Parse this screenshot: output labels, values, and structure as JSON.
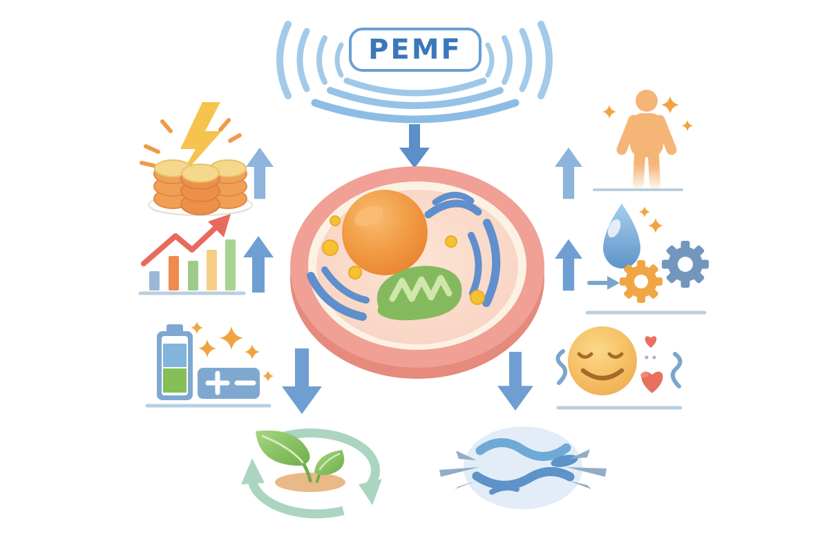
{
  "title": {
    "label": "PEMF"
  },
  "diagram": {
    "source": {
      "icon": "pemf-signal-box",
      "decoration": "radiating-wave-arcs"
    },
    "center": {
      "icon": "cell",
      "organelles": [
        "nucleus",
        "mitochondrion",
        "endoplasmic-reticulum",
        "vesicles",
        "membrane"
      ]
    },
    "left_effects": [
      {
        "icon": "energy-stacks-lightning-icon",
        "arrow": "up"
      },
      {
        "icon": "growth-bar-chart-icon",
        "arrow": "up"
      },
      {
        "icon": "battery-polarity-icon",
        "arrow": "down"
      }
    ],
    "right_effects": [
      {
        "icon": "vitality-person-icon",
        "arrow": "up"
      },
      {
        "icon": "water-drop-gears-icon",
        "arrow": "up"
      },
      {
        "icon": "calm-face-hearts-icon",
        "arrow": "down"
      }
    ],
    "bottom_effects": [
      {
        "icon": "seedling-renewal-cycle-icon"
      },
      {
        "icon": "water-flow-oval-icon"
      }
    ]
  },
  "colors": {
    "wave_blue": "#a3cae8",
    "arrow_blue": "#6f9ed2",
    "arrow_light_blue": "#8cb4dc",
    "top_arrow_blue": "#5b8fc9",
    "pemf_text": "#3a78ba",
    "pemf_border": "#66a0d4",
    "membrane_pink": "#f0a095",
    "membrane_shadow": "#e58a7d",
    "cytoplasm_peach": "#f8d2c2",
    "nucleus_orange": "#ee9340",
    "mitochondria_green": "#85b95e",
    "vesicle_yellow": "#f5c232",
    "er_blue": "#5f8fcc",
    "sparkle_orange": "#f0a440",
    "coin_orange": "#f0a055",
    "coin_cream": "#f5d88c",
    "trend_red": "#e86a5e",
    "battery_blue": "#7fa8d0",
    "battery_green": "#84bf58",
    "heart_red": "#e8705e",
    "face_yellow": "#f6c167",
    "leaf_green": "#7db958",
    "cycle_mint": "#abd5c1",
    "soil_tan": "#eab988",
    "flow_blue": "#5d93c6",
    "baseline_gray": "#b9cfdf"
  }
}
